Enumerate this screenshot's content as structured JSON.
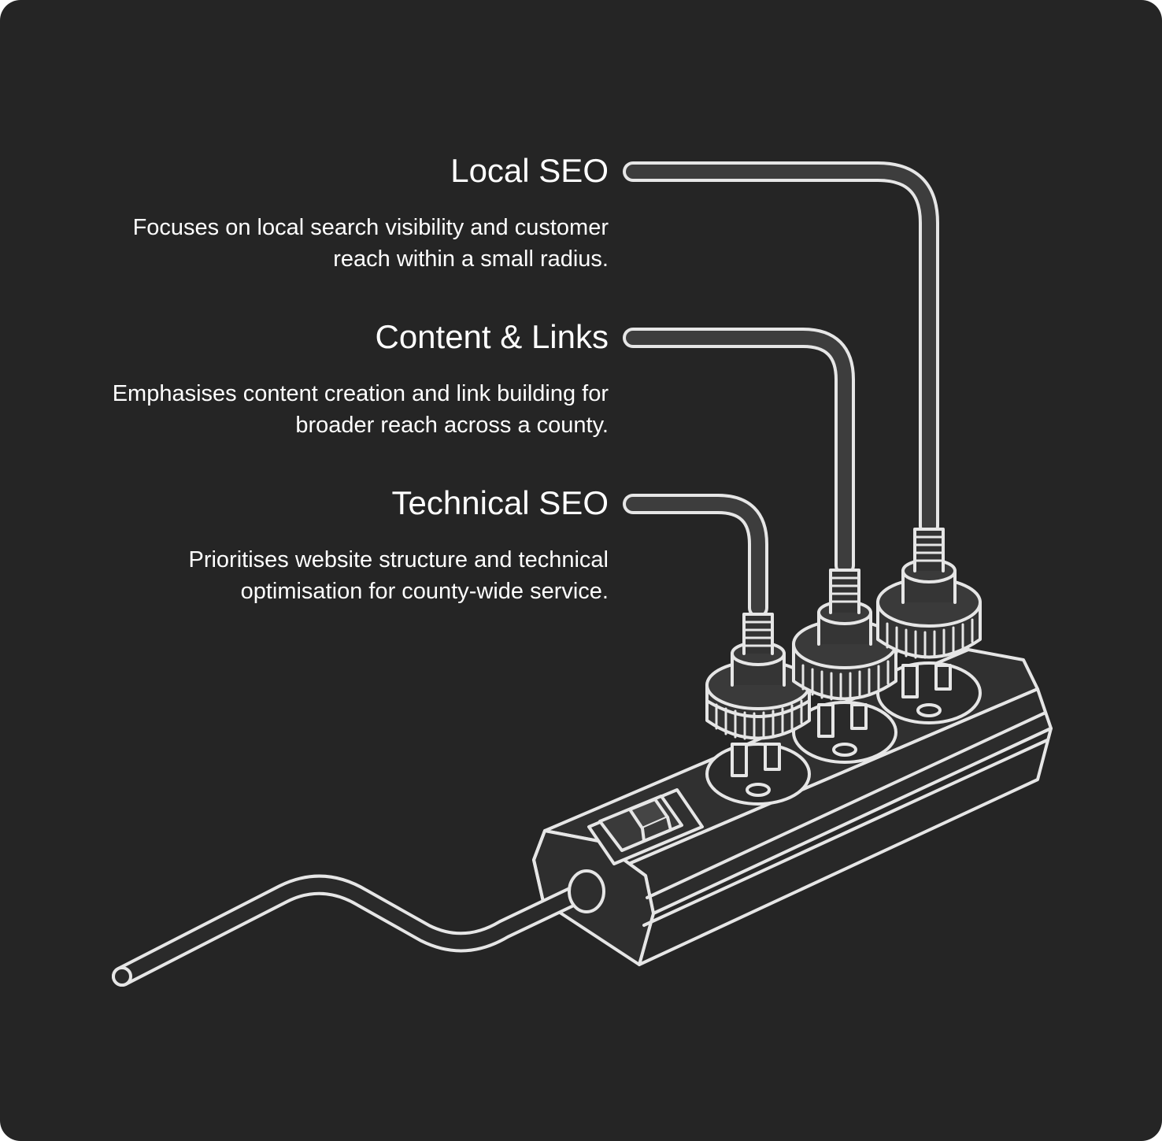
{
  "items": [
    {
      "title": "Local SEO",
      "description": "Focuses on local search visibility and customer reach within a small radius."
    },
    {
      "title": "Content & Links",
      "description": "Emphasises content creation and link building for broader reach across a county."
    },
    {
      "title": "Technical SEO",
      "description": "Prioritises website structure and technical optimisation for county-wide service."
    }
  ],
  "colors": {
    "background": "#252525",
    "line": "#e6e6e6",
    "fill": "#3a3a3a",
    "text": "#ffffff"
  },
  "icons": [
    "power-strip-icon",
    "plug-icon",
    "cable-icon",
    "switch-icon"
  ]
}
